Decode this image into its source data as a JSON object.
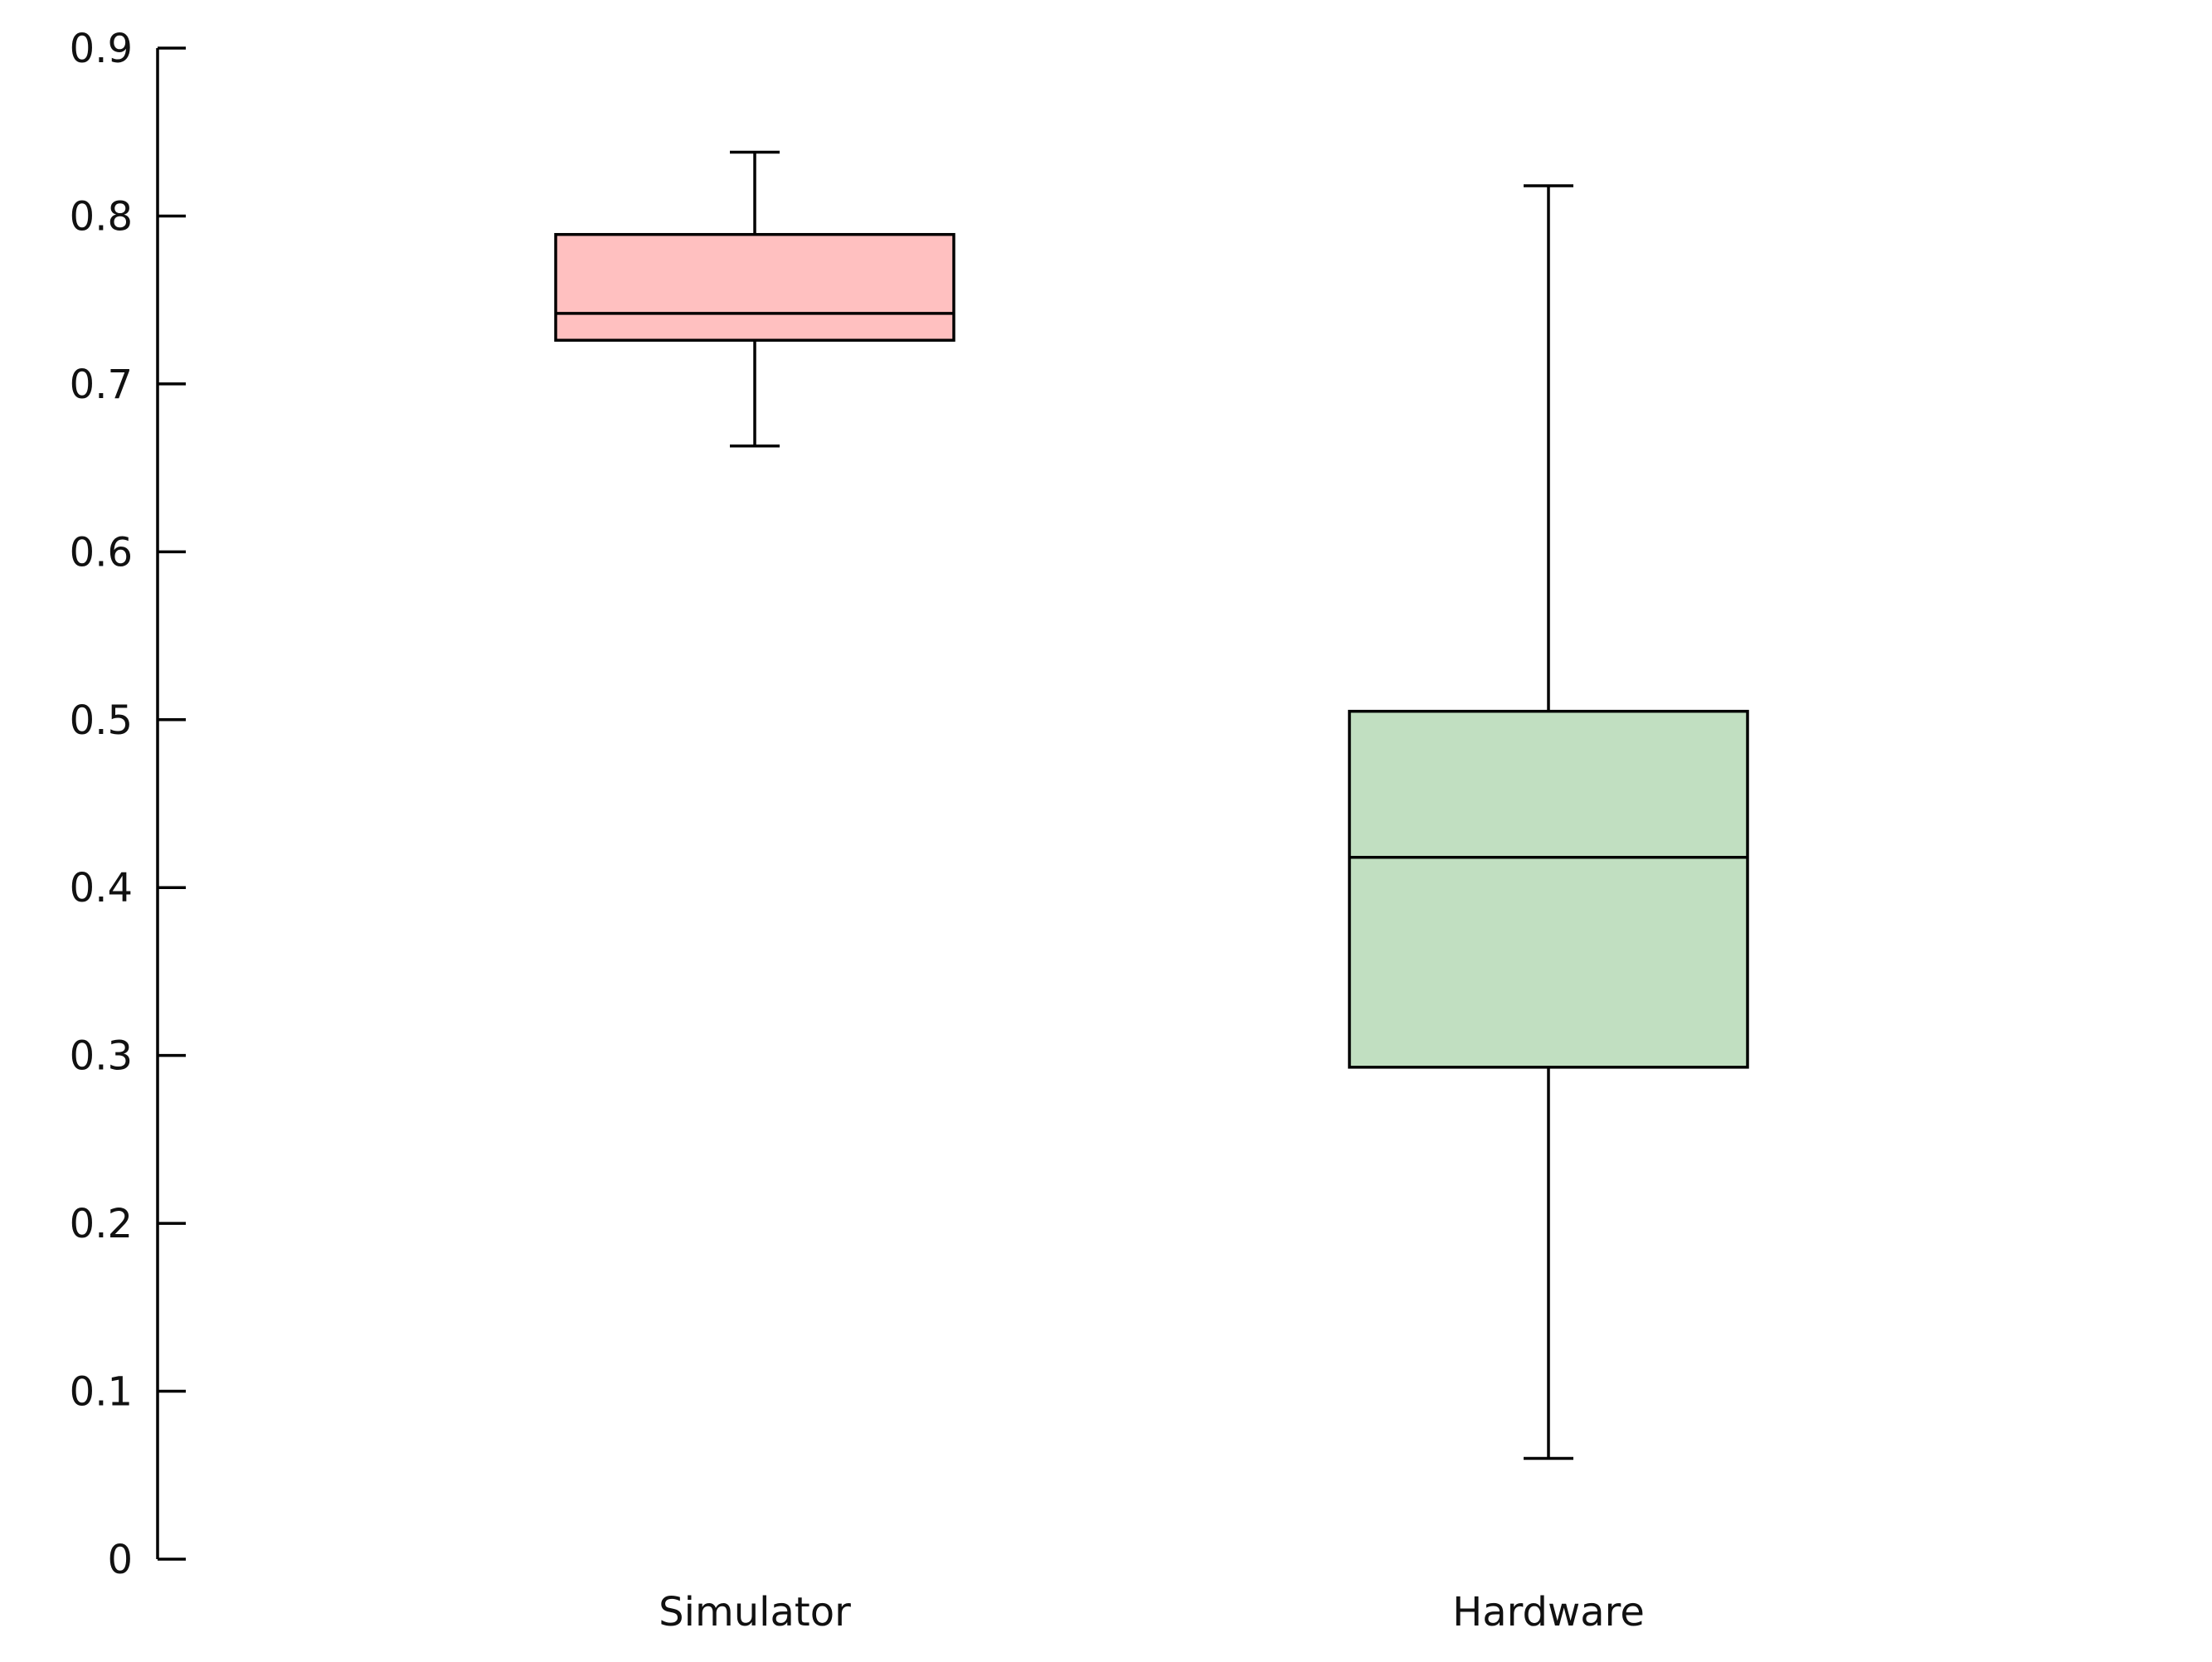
{
  "chart_data": {
    "type": "box",
    "categories": [
      "Simulator",
      "Hardware"
    ],
    "boxes": [
      {
        "category": "Simulator",
        "whisker_low": 0.663,
        "q1": 0.726,
        "median": 0.742,
        "q3": 0.789,
        "whisker_high": 0.838,
        "color": "#ffc0c0"
      },
      {
        "category": "Hardware",
        "whisker_low": 0.06,
        "q1": 0.293,
        "median": 0.418,
        "q3": 0.505,
        "whisker_high": 0.818,
        "color": "#c1dfc1"
      }
    ],
    "ylim": [
      0,
      0.9
    ],
    "yticks": [
      "0",
      "0.1",
      "0.2",
      "0.3",
      "0.4",
      "0.5",
      "0.6",
      "0.7",
      "0.8",
      "0.9"
    ],
    "title": "",
    "xlabel": "",
    "ylabel": "",
    "grid": false,
    "legend": "none"
  }
}
